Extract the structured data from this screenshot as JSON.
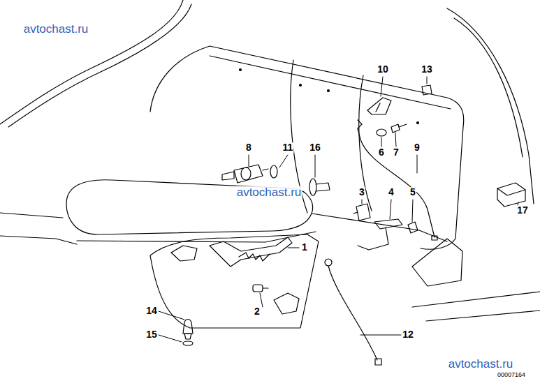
{
  "diagram": {
    "labels": [
      "avtochast.ru",
      "10",
      "13",
      "8",
      "11",
      "16",
      "6",
      "7",
      "9",
      "avtochast.ru",
      "3",
      "4",
      "5",
      "17",
      "1",
      "14",
      "2",
      "15",
      "12",
      "avtochast.ru",
      "00007164"
    ]
  }
}
